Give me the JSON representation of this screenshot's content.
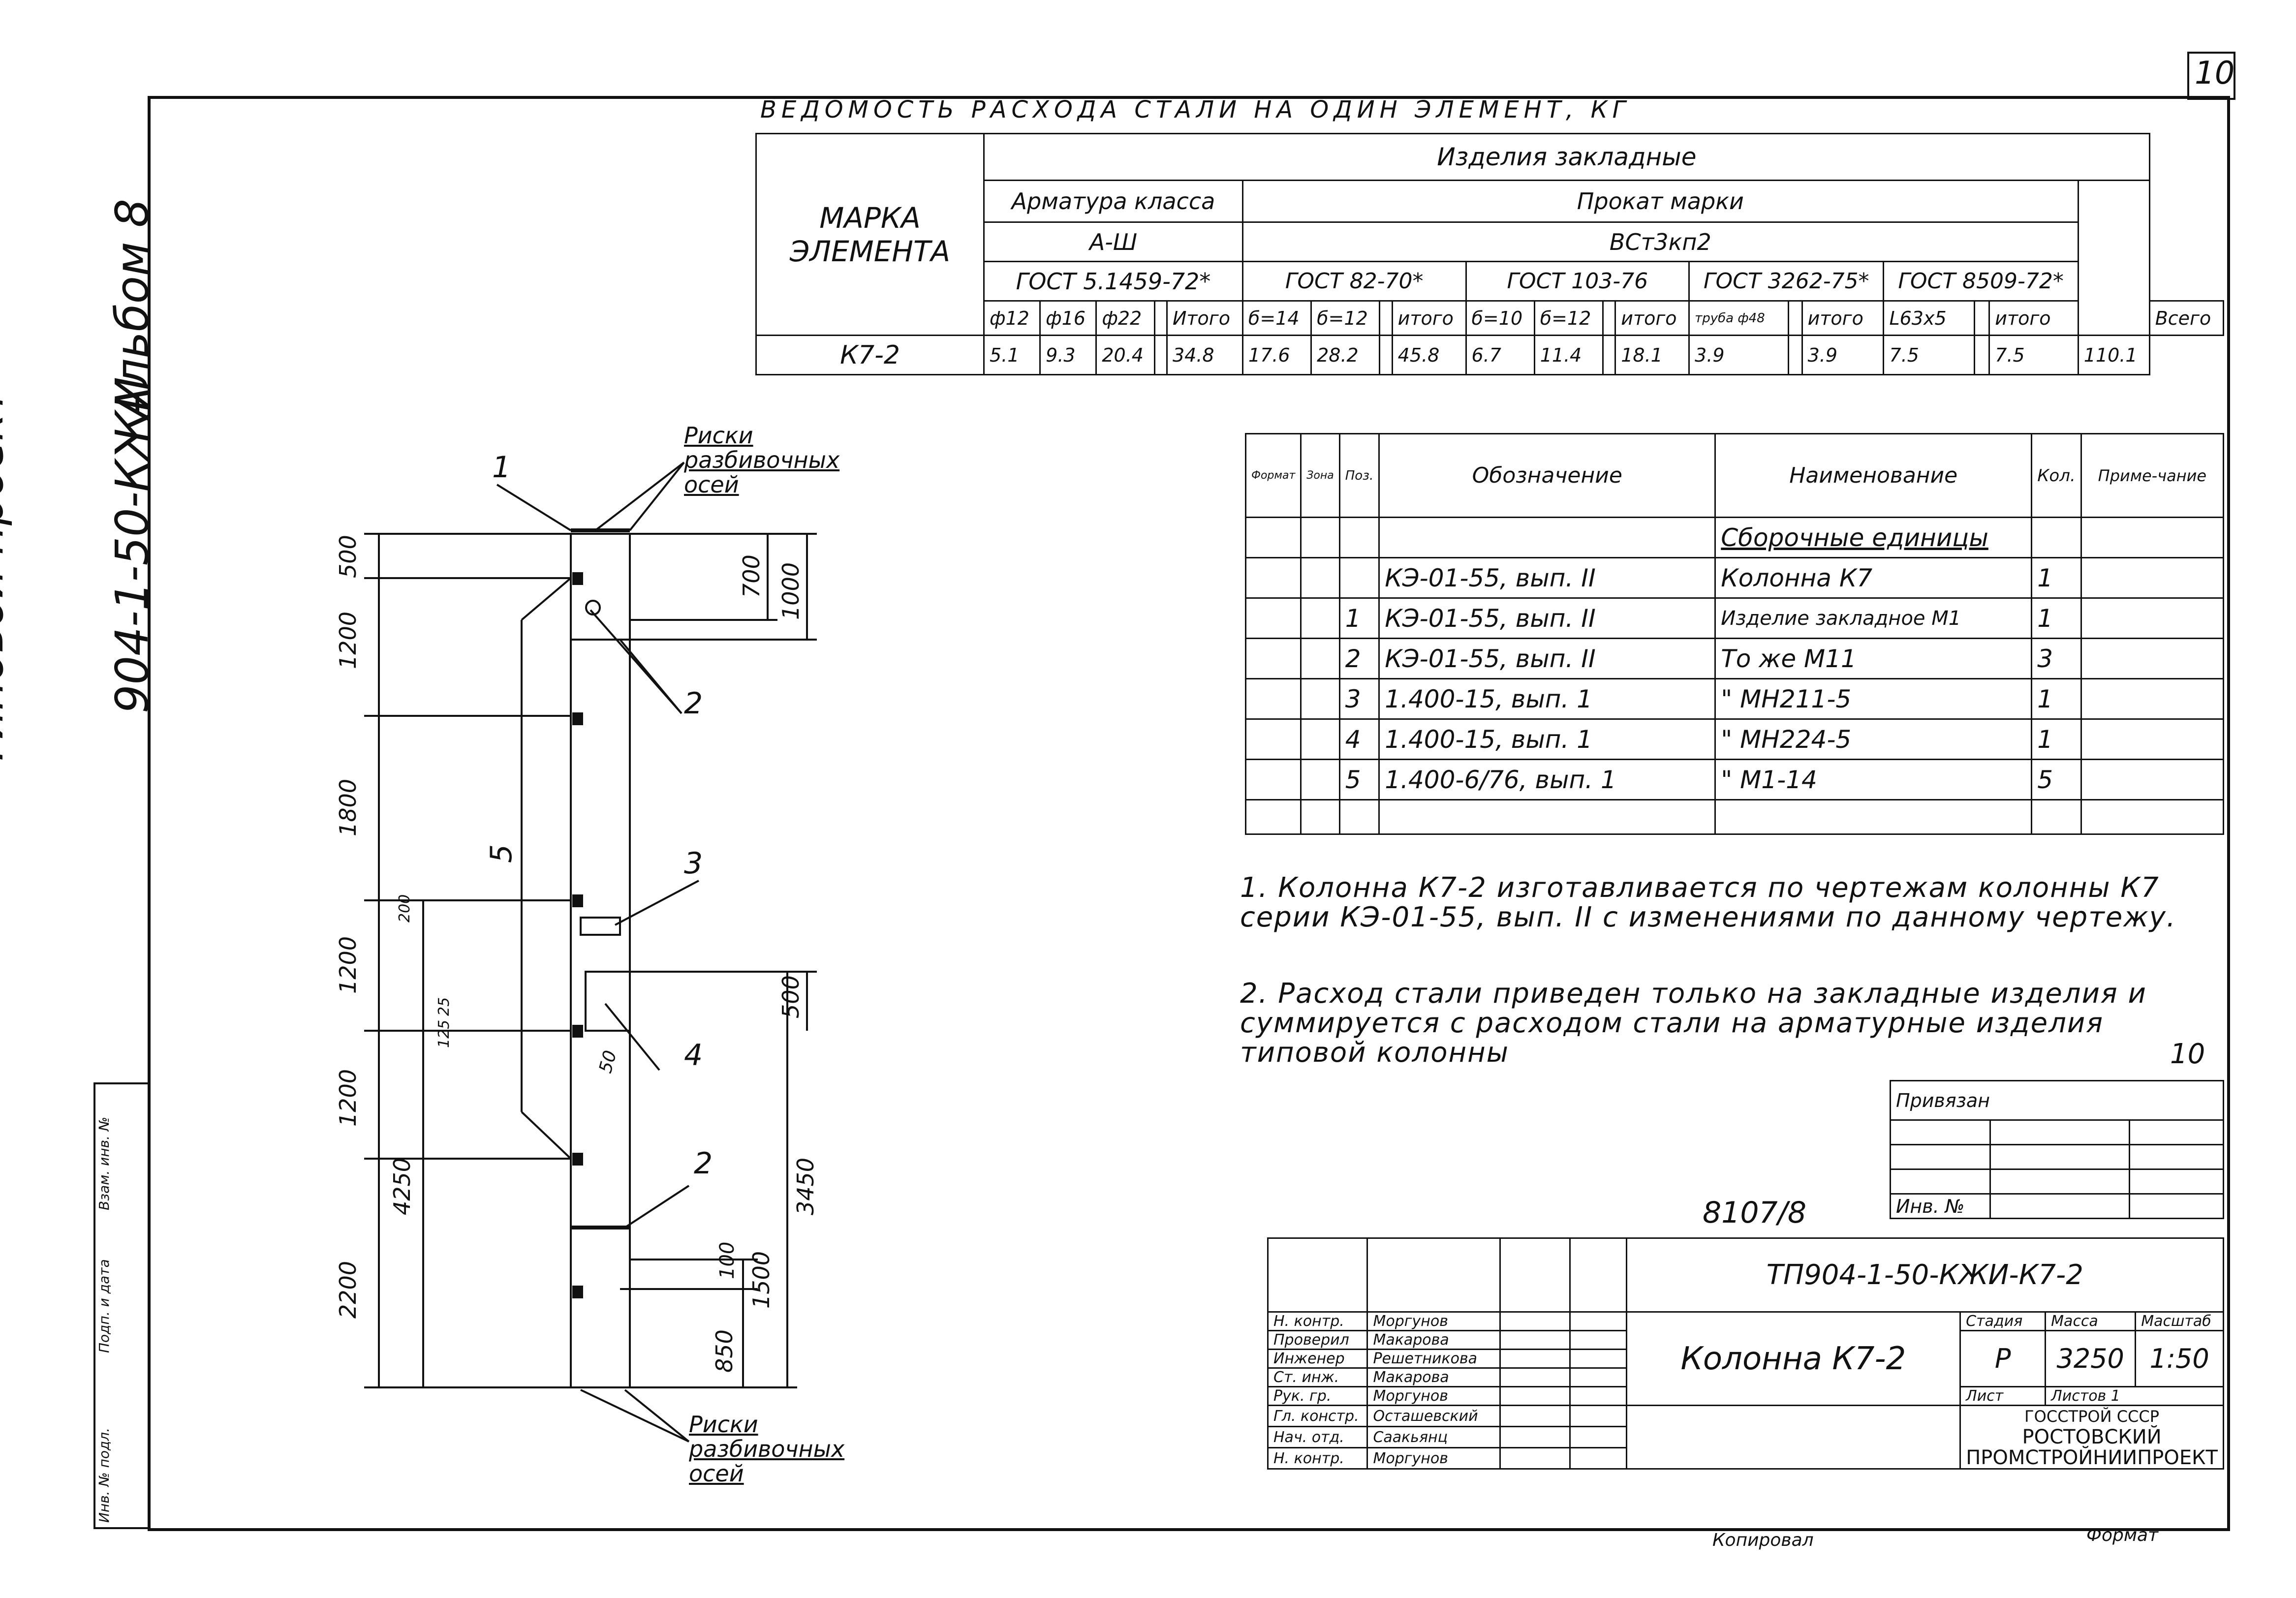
{
  "sheet_number": "10",
  "side_stamp": {
    "project": "Типовой проект",
    "code": "904-1-50-КЖИ",
    "album": "Альбом 8",
    "inv_labels": [
      "Инв. № подл.",
      "Подп. и дата",
      "Взам. инв. №"
    ]
  },
  "steel_table": {
    "title": "ВЕДОМОСТЬ РАСХОДА СТАЛИ НА ОДИН ЭЛЕМЕНТ, КГ",
    "mark_header": "МАРКА ЭЛЕМЕНТА",
    "group_header": "Изделия закладные",
    "armature_header": "Арматура класса",
    "armature_class": "А-Ш",
    "armature_gost": "ГОСТ 5.1459-72*",
    "rolled_header": "Прокат марки",
    "rolled_grade": "ВСт3кп2",
    "gosts": [
      "ГОСТ 82-70*",
      "ГОСТ 103-76",
      "ГОСТ 3262-75*",
      "ГОСТ 8509-72*"
    ],
    "columns": [
      "ф12",
      "ф16",
      "ф22",
      "",
      "Итого",
      "б=14",
      "б=12",
      "",
      "итого",
      "б=10",
      "б=12",
      "",
      "итого",
      "труба ф48",
      "",
      "итого",
      "L63х5",
      "",
      "итого",
      "Всего"
    ],
    "row": {
      "mark": "К7-2",
      "values": [
        "5.1",
        "9.3",
        "20.4",
        "",
        "34.8",
        "17.6",
        "28.2",
        "",
        "45.8",
        "6.7",
        "11.4",
        "",
        "18.1",
        "3.9",
        "",
        "3.9",
        "7.5",
        "",
        "7.5",
        "110.1"
      ]
    }
  },
  "spec_table": {
    "headers": [
      "Формат",
      "Зона",
      "Поз.",
      "Обозначение",
      "Наименование",
      "Кол.",
      "Приме-чание"
    ],
    "section_title": "Сборочные единицы",
    "rows": [
      {
        "pos": "",
        "designation": "КЭ-01-55, вып. II",
        "name": "Колонна К7",
        "qty": "1"
      },
      {
        "pos": "1",
        "designation": "КЭ-01-55, вып. II",
        "name": "Изделие закладное М1",
        "qty": "1"
      },
      {
        "pos": "2",
        "designation": "КЭ-01-55, вып. II",
        "name": "То же М11",
        "qty": "3"
      },
      {
        "pos": "3",
        "designation": "1.400-15, вып. 1",
        "name": "\" МН211-5",
        "qty": "1"
      },
      {
        "pos": "4",
        "designation": "1.400-15, вып. 1",
        "name": "\" МН224-5",
        "qty": "1"
      },
      {
        "pos": "5",
        "designation": "1.400-6/76, вып. 1",
        "name": "\" М1-14",
        "qty": "5"
      }
    ]
  },
  "notes": {
    "note1": "1. Колонна К7-2 изготавливается по чертежам колонны К7 серии КЭ-01-55, вып. II с изменениями по данному чертежу.",
    "note2": "2. Расход стали приведен только на закладные изделия и суммируется с расходом стали на арматурные изделия типовой колонны",
    "page_mark": "10"
  },
  "drawing": {
    "axis_marks_label_top": "Риски разбивочных осей",
    "axis_marks_label_bottom": "Риски разбивочных осей",
    "left_dims": [
      "500",
      "1200",
      "1800",
      "1200",
      "1200",
      "2200"
    ],
    "overall_dim": "4250",
    "right_dims": [
      "700",
      "1000",
      "500",
      "3450",
      "100",
      "1500",
      "850"
    ],
    "small_dims": [
      "200",
      "125",
      "25",
      "50"
    ],
    "callouts": [
      "1",
      "2",
      "3",
      "4",
      "2",
      "5"
    ]
  },
  "title_block": {
    "bound_label": "Привязан",
    "inv_no_label": "Инв. №",
    "order_no": "8107/8",
    "doc_code": "ТП904-1-50-КЖИ-К7-2",
    "item_name": "Колонна К7-2",
    "stage_header": "Стадия",
    "mass_header": "Масса",
    "scale_header": "Масштаб",
    "stage": "Р",
    "mass": "3250",
    "scale": "1:50",
    "sheet_label": "Лист",
    "sheets_label": "Листов 1",
    "org_line1": "ГОССТРОЙ СССР",
    "org_line2": "РОСТОВСКИЙ",
    "org_line3": "ПРОМСТРОЙНИИПРОЕКТ",
    "signers": [
      {
        "role": "Н. контр.",
        "name": "Моргунов"
      },
      {
        "role": "Проверил",
        "name": "Макарова"
      },
      {
        "role": "Инженер",
        "name": "Решетникова"
      },
      {
        "role": "Ст. инж.",
        "name": "Макарова"
      },
      {
        "role": "Рук. гр.",
        "name": "Моргунов"
      },
      {
        "role": "Гл. констр.",
        "name": "Осташевский"
      },
      {
        "role": "Нач. отд.",
        "name": "Саакьянц"
      },
      {
        "role": "Н. контр.",
        "name": "Моргунов"
      }
    ],
    "copied_label": "Копировал",
    "format_label": "Формат"
  }
}
